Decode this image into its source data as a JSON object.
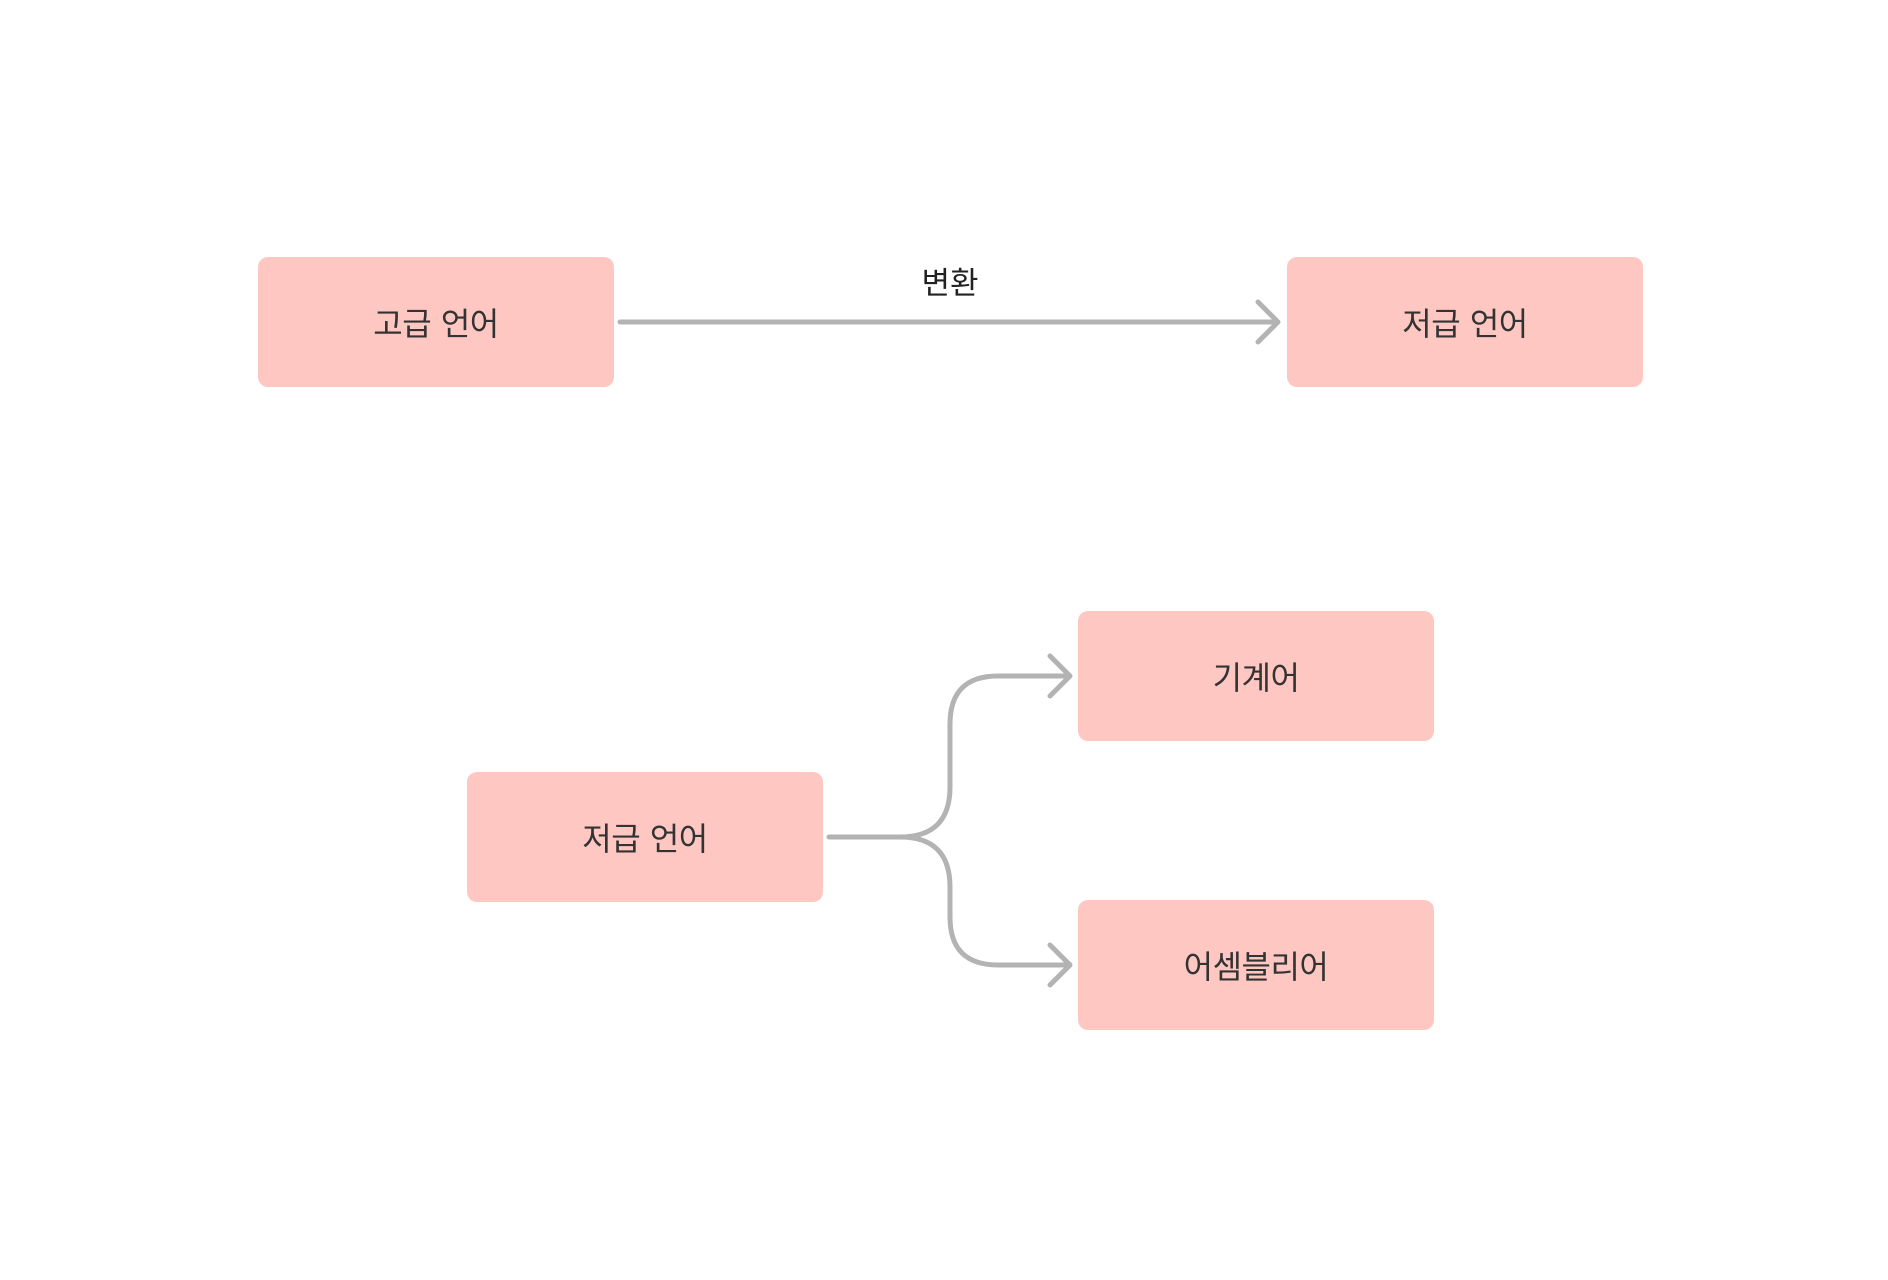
{
  "diagram": {
    "top": {
      "source": {
        "label": "고급 언어"
      },
      "target": {
        "label": "저급 언어"
      },
      "edge": {
        "label": "변환"
      }
    },
    "bottom": {
      "source": {
        "label": "저급 언어"
      },
      "targets": [
        {
          "label": "기계어"
        },
        {
          "label": "어셈블리어"
        }
      ]
    },
    "colors": {
      "node_fill": "#ffc7c2",
      "edge_stroke": "#b3b3b3",
      "text": "#333333"
    }
  }
}
